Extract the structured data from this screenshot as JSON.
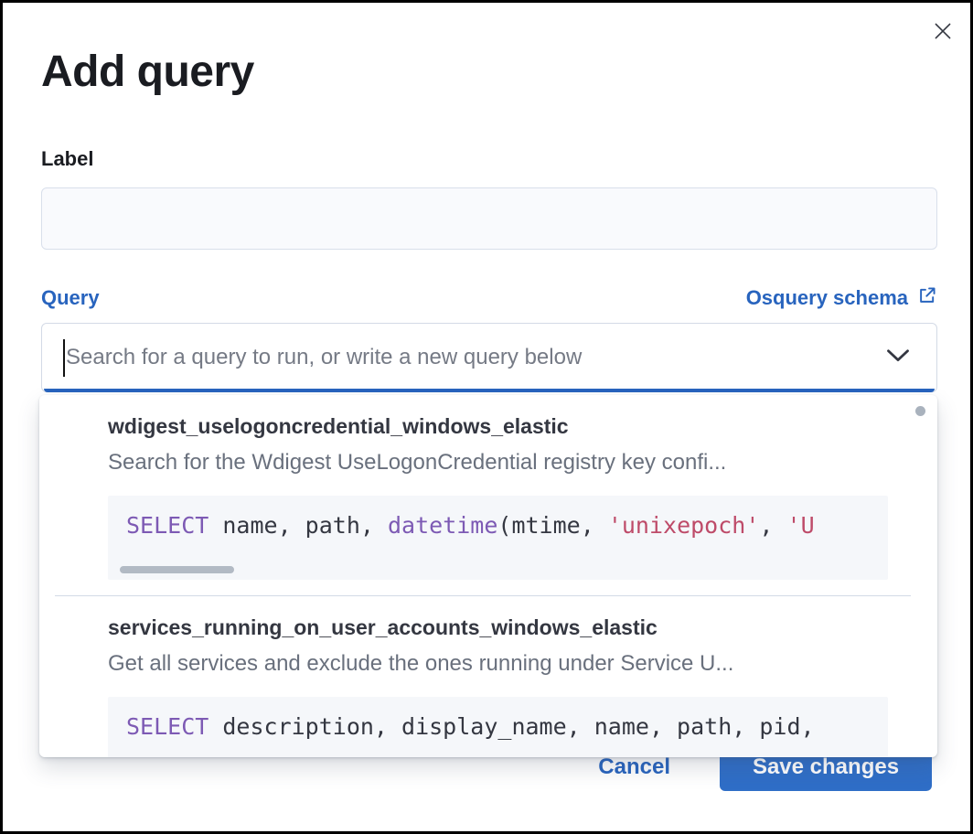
{
  "modal": {
    "title": "Add query"
  },
  "form": {
    "label_field": {
      "label": "Label",
      "value": ""
    },
    "query_field": {
      "label": "Query",
      "schema_link_label": "Osquery schema",
      "placeholder": "Search for a query to run, or write a new query below",
      "value": ""
    }
  },
  "dropdown_options": [
    {
      "title": "wdigest_uselogoncredential_windows_elastic",
      "description": "Search for the Wdigest UseLogonCredential registry key confi...",
      "sql": [
        {
          "type": "keyword",
          "text": "SELECT"
        },
        {
          "type": "plain",
          "text": " name, path, "
        },
        {
          "type": "keyword",
          "text": "datetime"
        },
        {
          "type": "plain",
          "text": "(mtime, "
        },
        {
          "type": "string",
          "text": "'unixepoch'"
        },
        {
          "type": "plain",
          "text": ", "
        },
        {
          "type": "string",
          "text": "'U"
        }
      ],
      "has_hscrollbar": true
    },
    {
      "title": "services_running_on_user_accounts_windows_elastic",
      "description": "Get all services and exclude the ones running under Service U...",
      "sql": [
        {
          "type": "keyword",
          "text": "SELECT"
        },
        {
          "type": "plain",
          "text": " description, display_name, name, path, pid,"
        }
      ],
      "has_hscrollbar": false
    }
  ],
  "footer": {
    "cancel_label": "Cancel",
    "save_label": "Save changes"
  },
  "colors": {
    "link_blue": "#2864be",
    "button_blue": "#2f6ec7",
    "focus_blue": "#2864be",
    "sql_keyword": "#7d5ab4",
    "sql_string": "#be4b69",
    "text_dark": "#1a1c21",
    "text_subdued": "#69707d",
    "border": "#d3dae6",
    "code_bg": "#f5f7fa"
  }
}
